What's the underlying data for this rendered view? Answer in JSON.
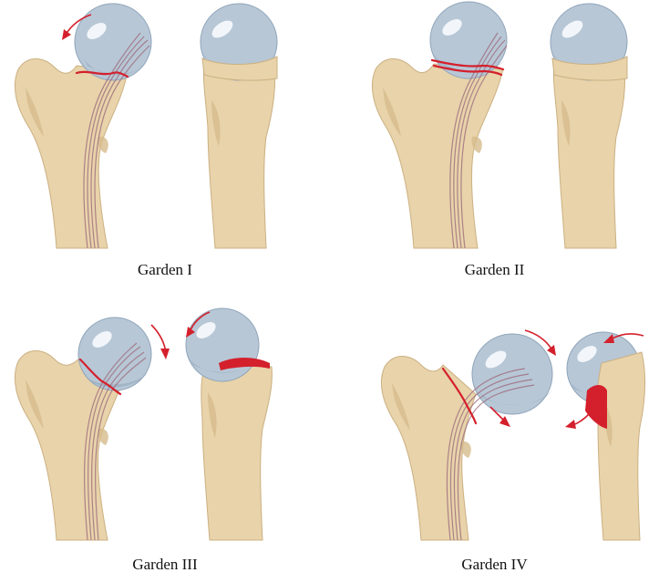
{
  "panels": [
    {
      "label": "Garden I"
    },
    {
      "label": "Garden II"
    },
    {
      "label": "Garden III"
    },
    {
      "label": "Garden IV"
    }
  ],
  "colors": {
    "bone": "#E8D3AA",
    "bone_shadow": "#D6BC8C",
    "bone_outline": "#CBB082",
    "head": "#B7C7D6",
    "head_dark": "#8FA5BA",
    "head_highlight": "#F2F6FA",
    "trabecula": "#9E6E7E",
    "fracture": "#D4202C",
    "arrow": "#D4202C"
  }
}
